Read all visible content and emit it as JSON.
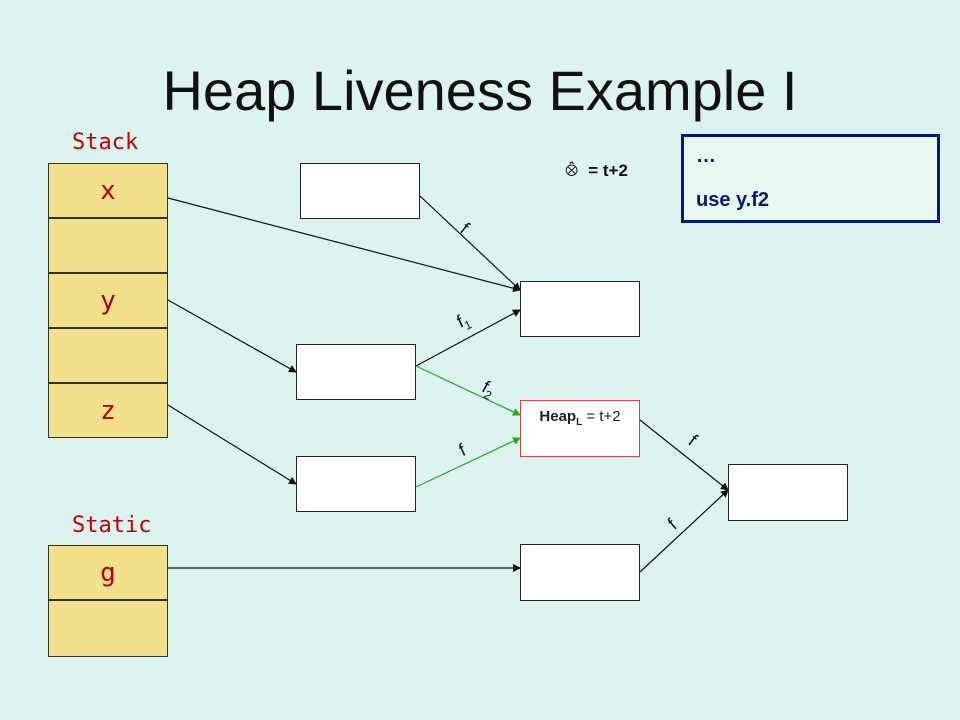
{
  "title": "Heap Liveness Example I",
  "stack": {
    "label": "Stack",
    "cells": [
      "x",
      "",
      "y",
      "",
      "z"
    ]
  },
  "static": {
    "label": "Static",
    "cells": [
      "g",
      ""
    ]
  },
  "code": {
    "lines": [
      "…",
      "use y.f2"
    ]
  },
  "time_note": {
    "icon": "clock-icon",
    "icon_glyph": "⨶",
    "text": "= t+2"
  },
  "heap_label": {
    "prefix": "Heap",
    "sub": "L",
    "suffix": " = t+2"
  },
  "edges": {
    "f_top": "f",
    "f1_base": "f",
    "f1_sub": "1",
    "f2_base": "f",
    "f2_sub": "2",
    "f_green": "f",
    "f_right_upper": "f",
    "f_right_lower": "f"
  },
  "colors": {
    "live_edge": "#22aa22",
    "edge": "#111111",
    "title": "#111111",
    "labels": "#c00000",
    "code_box": "#001a7a",
    "cell_fill": "#f3e08a"
  }
}
